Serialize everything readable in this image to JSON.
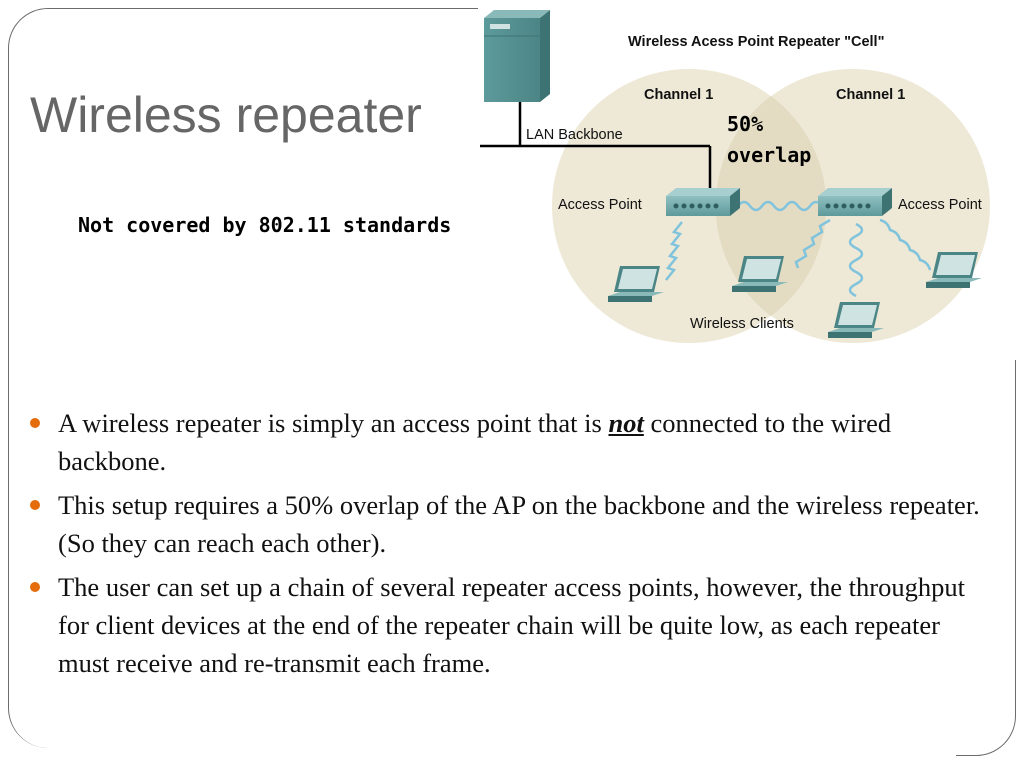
{
  "slide": {
    "title": "Wireless repeater",
    "subtitle": "Not covered by 802.11 standards"
  },
  "diagram": {
    "title": "Wireless Acess Point Repeater \"Cell\"",
    "channel_left": "Channel 1",
    "channel_right": "Channel 1",
    "overlap_line1": "50%",
    "overlap_line2": "overlap",
    "lan_backbone": "LAN Backbone",
    "access_point_left": "Access Point",
    "access_point_right": "Access Point",
    "wireless_clients": "Wireless Clients",
    "colors": {
      "cell": "#ece6d2",
      "device": "#5f9a9b",
      "wave": "#7fc3dc"
    }
  },
  "bullets": [
    {
      "before": "A wireless repeater is simply an access point that is ",
      "emphasis": "not",
      "after": " connected to the wired backbone."
    },
    {
      "before": "This setup requires a 50% overlap of the AP on the backbone and the wireless repeater.  (So they can reach each other).",
      "emphasis": "",
      "after": ""
    },
    {
      "before": "The user can set up a chain of several repeater access points, however, the throughput for client devices at the end of the repeater chain will be quite low, as each repeater must receive and re-transmit each frame.",
      "emphasis": "",
      "after": ""
    }
  ],
  "bullet_color": "#e46c0a"
}
